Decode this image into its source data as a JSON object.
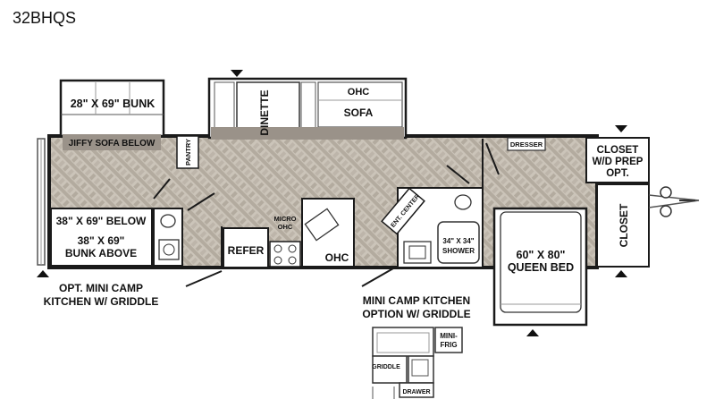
{
  "model": "32BHQS",
  "labels": {
    "bunk_top": "28\" X 69\" BUNK",
    "jiffy_sofa": "JIFFY SOFA BELOW",
    "pantry": "PANTRY",
    "dinette": "DINETTE",
    "ohc_top": "OHC",
    "sofa": "SOFA",
    "closet_prep_1": "CLOSET",
    "closet_prep_2": "W/D PREP",
    "closet_prep_3": "OPT.",
    "dresser": "DRESSER",
    "ent_center": "ENT. CENTER",
    "bunk_below": "38\" X 69\" BELOW",
    "bunk_above_1": "38\" X 69\"",
    "bunk_above_2": "BUNK ABOVE",
    "micro_1": "MICRO",
    "micro_2": "OHC",
    "refer": "REFER",
    "ohc_kitchen": "OHC",
    "shower_1": "34\" X 34\"",
    "shower_2": "SHOWER",
    "queen_1": "60\" X 80\"",
    "queen_2": "QUEEN BED",
    "closet_front": "CLOSET",
    "opt_kitchen_1": "OPT. MINI CAMP",
    "opt_kitchen_2": "KITCHEN W/ GRIDDLE",
    "mini_kitchen_1": "MINI CAMP KITCHEN",
    "mini_kitchen_2": "OPTION W/ GRIDDLE",
    "mini_frig_1": "MINI-",
    "mini_frig_2": "FRIG",
    "griddle": "GRIDDLE",
    "drawer": "DRAWER"
  },
  "colors": {
    "floor": "#c9c2b7",
    "floor_weave": "#a9a196",
    "wall": "#1a1a1a",
    "slide_fill": "#ffffff",
    "cabinet": "#9a9289"
  }
}
